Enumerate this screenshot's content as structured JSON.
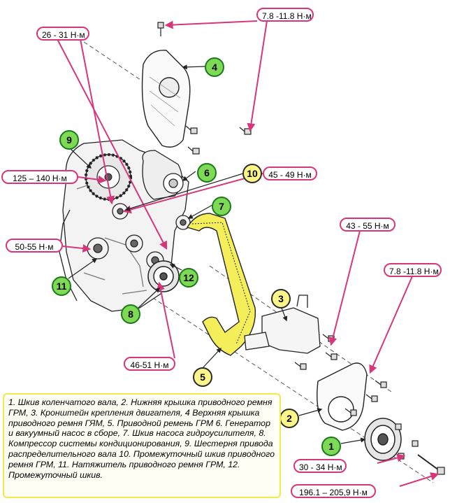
{
  "torque_labels": {
    "t1": "7.8 -11.8 Н·м",
    "t2": "26 - 31 Н·м",
    "t3": "125 – 140 Н·м",
    "t4": "45 - 49 Н·м",
    "t5": "50-55 Н·м",
    "t6": "43 - 55 Н·м",
    "t7": "7.8 -11.8 Н·м",
    "t8": "46-51 Н·м",
    "t9": "30 - 34 Н·м",
    "t10": "196.1 – 205,9 Н·м"
  },
  "callouts": {
    "c1": "1",
    "c2": "2",
    "c3": "3",
    "c4": "4",
    "c5": "5",
    "c6": "6",
    "c7": "7",
    "c8": "8",
    "c9": "9",
    "c10": "10",
    "c11": "11",
    "c12": "12"
  },
  "colors": {
    "torque_border": "#d8367a",
    "arrow": "#d8367a",
    "callout_green": "#7ed957",
    "callout_yellow": "#fff68a",
    "belt": "#f4ee5a",
    "legend_border": "#f2e94a"
  },
  "legend": {
    "text": "1. Шкив коленчатого вала, 2. Нижняя крышка приводного ремня ГРМ, 3. Кронштейн крепления двигателя, 4 Верхняя крышка приводного ремня ГЯМ, 5. Приводной ремень ГРМ 6. Генератор и вакуумный насос в сборе, 7. Шкив насоса гидроусилителя, 8. Компрессор системы кондиционирования, 9. Шестерня привода распределительного вала 10. Промежуточный шкив приводного ремня ГРМ, 11. Натяжитель приводного ремня ГРМ, 12. Промежуточный шкив."
  }
}
